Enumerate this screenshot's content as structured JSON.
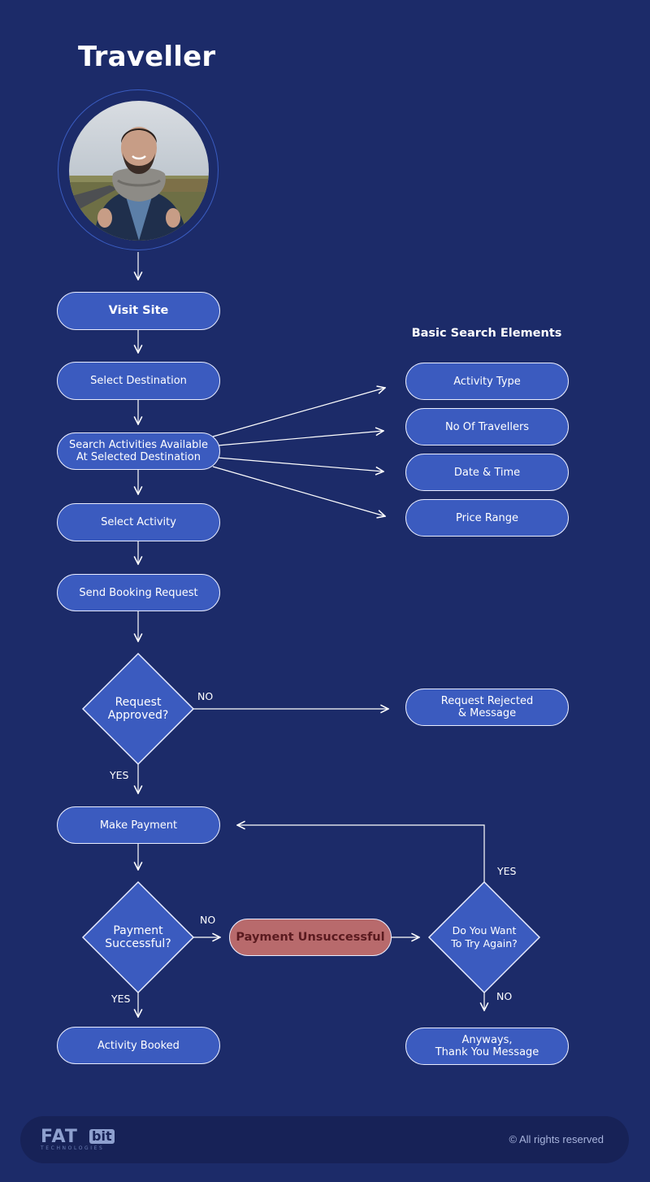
{
  "title": "Traveller",
  "colors": {
    "background": "#1c2b69",
    "node_fill": "#3b5bbf",
    "node_border": "#e8ecff",
    "failure_fill": "#b86a6c",
    "footer_bg": "#172257"
  },
  "flow": {
    "visit_site": "Visit Site",
    "select_destination": "Select Destination",
    "search_activities": "Search Activities Available\nAt Selected Destination",
    "select_activity": "Select Activity",
    "send_booking_request": "Send Booking Request",
    "request_approved": "Request\nApproved?",
    "request_rejected": "Request Rejected\n& Message",
    "make_payment": "Make Payment",
    "payment_successful": "Payment\nSuccessful?",
    "payment_unsuccessful": "Payment Unsuccessful",
    "try_again": "Do You Want\nTo Try Again?",
    "activity_booked": "Activity Booked",
    "thank_you": "Anyways,\nThank You Message"
  },
  "search_elements": {
    "heading": "Basic Search Elements",
    "items": [
      "Activity Type",
      "No Of Travellers",
      "Date & Time",
      "Price Range"
    ]
  },
  "edge_labels": {
    "approved_no": "NO",
    "approved_yes": "YES",
    "payment_no": "NO",
    "payment_yes": "YES",
    "retry_yes": "YES",
    "retry_no": "NO"
  },
  "footer": {
    "logo_main": "FAT",
    "logo_accent": "bit",
    "logo_sub": "TECHNOLOGIES",
    "copyright": "© All rights reserved"
  }
}
